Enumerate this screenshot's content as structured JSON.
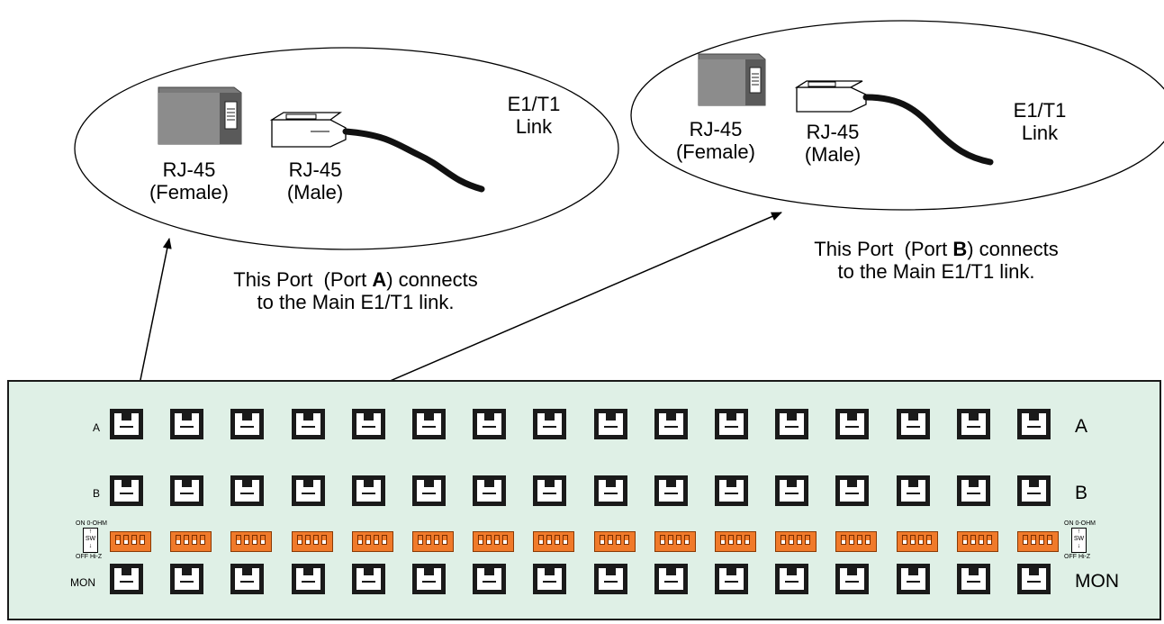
{
  "callout_a": {
    "female_label_1": "RJ-45",
    "female_label_2": "(Female)",
    "male_label_1": "RJ-45",
    "male_label_2": "(Male)",
    "link_label_1": "E1/T1",
    "link_label_2": "Link",
    "caption_line1_prefix": "This Port  (Port ",
    "caption_line1_bold": "A",
    "caption_line1_suffix": ") connects",
    "caption_line2": "to the Main E1/T1 link."
  },
  "callout_b": {
    "female_label_1": "RJ-45",
    "female_label_2": "(Female)",
    "male_label_1": "RJ-45",
    "male_label_2": "(Male)",
    "link_label_1": "E1/T1",
    "link_label_2": "Link",
    "caption_line1_prefix": "This Port  (Port ",
    "caption_line1_bold": "B",
    "caption_line1_suffix": ") connects",
    "caption_line2": "to the Main E1/T1 link."
  },
  "panel": {
    "row_a_left": "A",
    "row_a_right": "A",
    "row_b_left": "B",
    "row_b_right": "B",
    "row_mon_left": "MON",
    "row_mon_right": "MON",
    "switch_legend": {
      "on_label": "ON 0-OHM",
      "sw_label": "SW",
      "off_label": "OFF Hi-Z"
    },
    "ports_per_row": 16,
    "dip_switches_per_block": 4
  },
  "colors": {
    "panel_background": "#dff0e6",
    "dip_switch": "#f07a2a",
    "connector_gray": "#808080"
  }
}
